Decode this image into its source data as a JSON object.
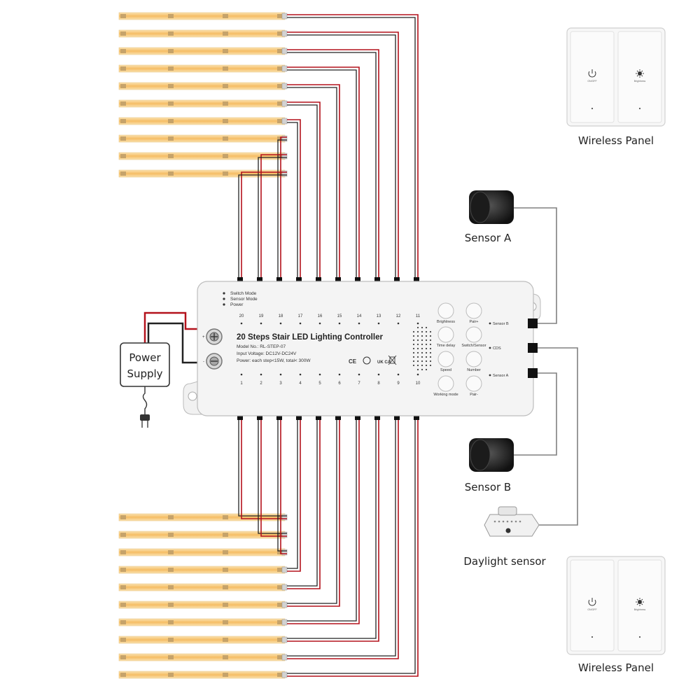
{
  "controller": {
    "title": "20 Steps Stair LED Lighting Controller",
    "model": "Model No.: RL-STEP-07",
    "input_voltage": "Input Voltage: DC12V-DC24V",
    "power": "Power: each step<15W, total< 300W",
    "modes": [
      "Switch Mode",
      "Sensor Mode",
      "Power"
    ],
    "top_numbers": [
      "20",
      "19",
      "18",
      "17",
      "16",
      "15",
      "14",
      "13",
      "12",
      "11"
    ],
    "bottom_numbers": [
      "1",
      "2",
      "3",
      "4",
      "5",
      "6",
      "7",
      "8",
      "9",
      "10"
    ],
    "buttons": [
      "Brightness",
      "Pair+",
      "Time delay",
      "Switch/Sensor",
      "Speed",
      "Number",
      "Working mode",
      "Pair-"
    ],
    "port_labels": [
      "Sensor B",
      "CDS",
      "Sensor A"
    ],
    "certs": [
      "CE",
      "UK CA"
    ]
  },
  "labels": {
    "power_supply_1": "Power",
    "power_supply_2": "Supply",
    "sensor_a": "Sensor A",
    "sensor_b": "Sensor B",
    "daylight_sensor": "Daylight sensor",
    "wireless_panel_top": "Wireless Panel",
    "wireless_panel_bottom": "Wireless Panel"
  },
  "panel": {
    "on_off": "ON/OFF",
    "brightness": "Brightness"
  },
  "colors": {
    "led": "#f6c470",
    "wire_red": "#b4121c",
    "wire_black": "#222222",
    "wire_gray": "#808080"
  }
}
